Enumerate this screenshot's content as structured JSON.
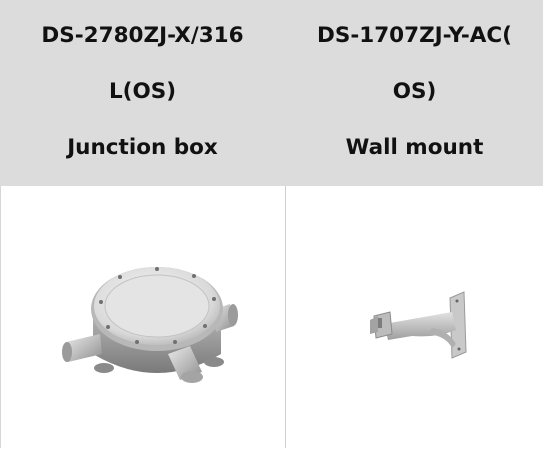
{
  "table": {
    "columns": [
      {
        "model_line1": "DS-2780ZJ-X/316",
        "model_line2": "L(OS)",
        "type": "Junction box"
      },
      {
        "model_line1": "DS-1707ZJ-Y-AC(",
        "model_line2": "OS)",
        "type": "Wall mount"
      }
    ]
  }
}
